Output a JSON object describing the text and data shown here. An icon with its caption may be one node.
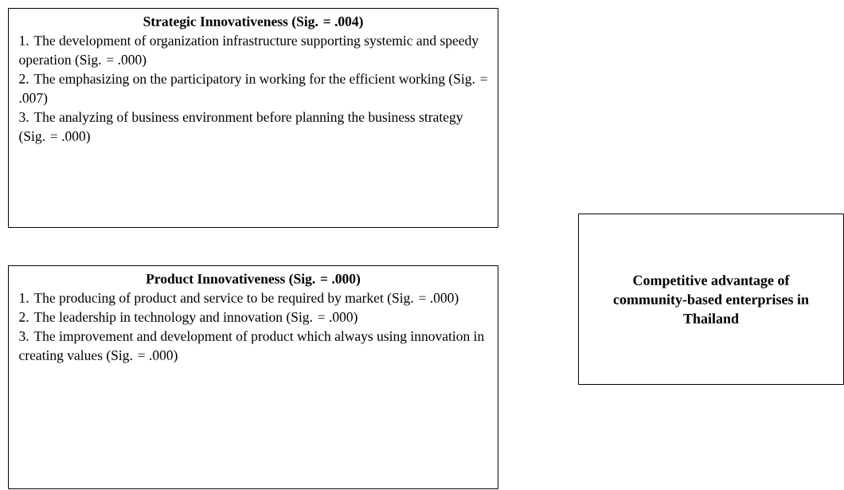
{
  "diagram": {
    "nodes": [
      {
        "text": [
          "Strategic Innovativeness (Sig. = .004)",
          "1. The development of organization infrastructure supporting systemic and speedy operation (Sig. = .000)",
          "2. The emphasizing on the participatory in working for the efficient working (Sig. = .007)",
          "3. The analyzing of business environment before planning the business strategy (Sig. = .000)"
        ]
      },
      {
        "text": [
          "Product Innovativeness (Sig. = .000)",
          "1. The producing of product and service to be required by market (Sig. = .000)",
          "2. The leadership in technology and innovation (Sig. = .000)",
          "3. The improvement and development of product which always using innovation in creating values (Sig. = .000)"
        ]
      },
      {
        "text": [
          "Competitive advantage of community-based enterprises in Thailand"
        ]
      }
    ]
  }
}
